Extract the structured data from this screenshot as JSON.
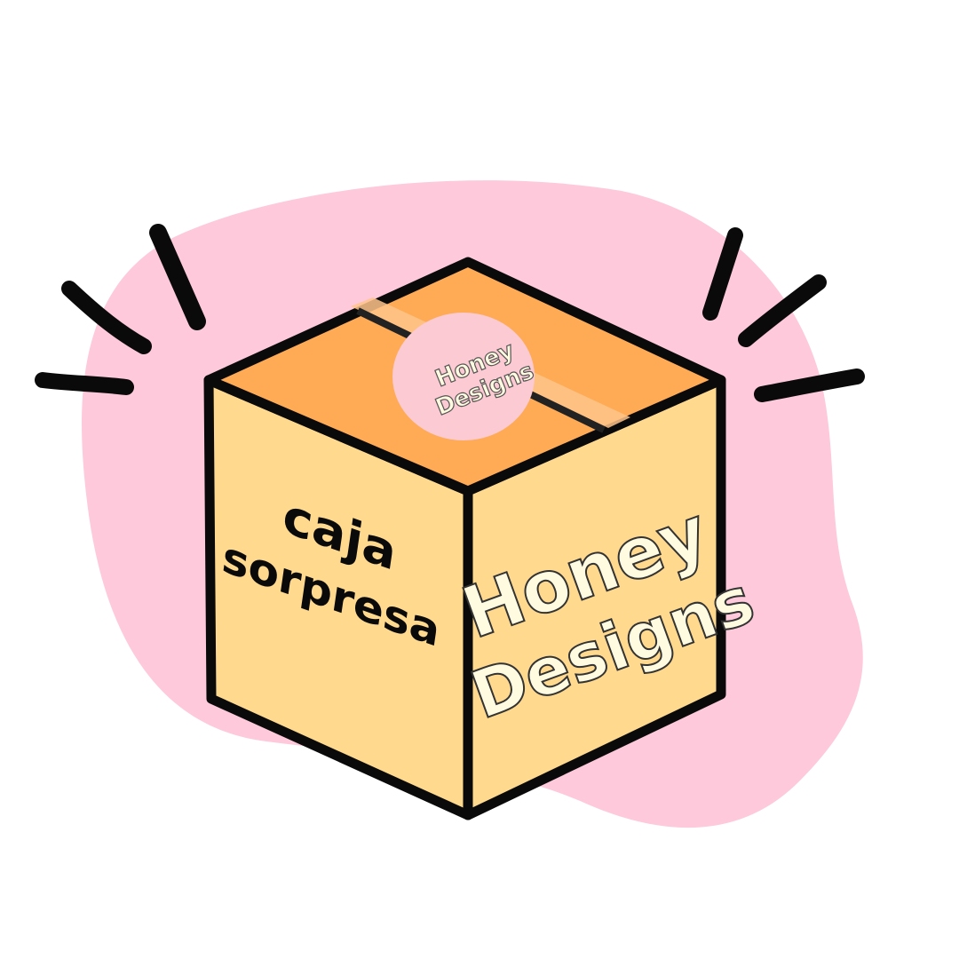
{
  "illustration": {
    "box_left_text": [
      "caja",
      "sorpresa"
    ],
    "box_right_text": [
      "Honey",
      "Designs"
    ],
    "sticker_text": [
      "Honey",
      "Designs"
    ]
  },
  "colors": {
    "blob": "#fec9da",
    "top_face": "#ffab55",
    "side_face": "#ffd98d",
    "tape": "#ffc48a",
    "sticker": "#fbcad3",
    "outline": "#0a0a0a",
    "brand_text": "#fffbe0"
  }
}
